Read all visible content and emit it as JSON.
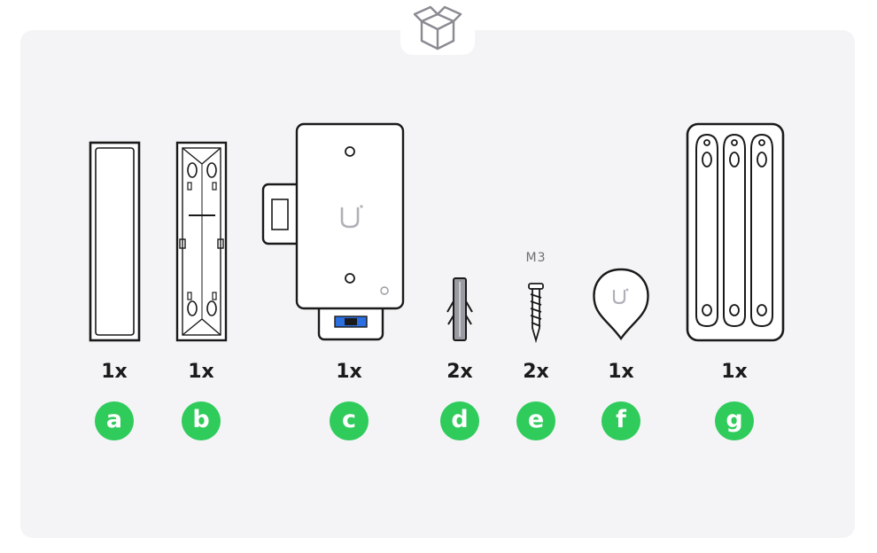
{
  "header": {
    "icon": "package-box-icon"
  },
  "colors": {
    "panel": "#f4f4f6",
    "badge": "#2fcb5b",
    "ink": "#1a1a1a",
    "accent_blue": "#2a6ee0"
  },
  "items": [
    {
      "letter": "a",
      "quantity": "1x",
      "icon": "front-cover-icon"
    },
    {
      "letter": "b",
      "quantity": "1x",
      "icon": "back-plate-icon"
    },
    {
      "letter": "c",
      "quantity": "1x",
      "icon": "mounting-template-icon"
    },
    {
      "letter": "d",
      "quantity": "2x",
      "icon": "wall-anchor-icon"
    },
    {
      "letter": "e",
      "quantity": "2x",
      "icon": "screw-icon",
      "spec": "M3"
    },
    {
      "letter": "f",
      "quantity": "1x",
      "icon": "magnet-icon"
    },
    {
      "letter": "g",
      "quantity": "1x",
      "icon": "adhesive-strips-icon"
    }
  ]
}
